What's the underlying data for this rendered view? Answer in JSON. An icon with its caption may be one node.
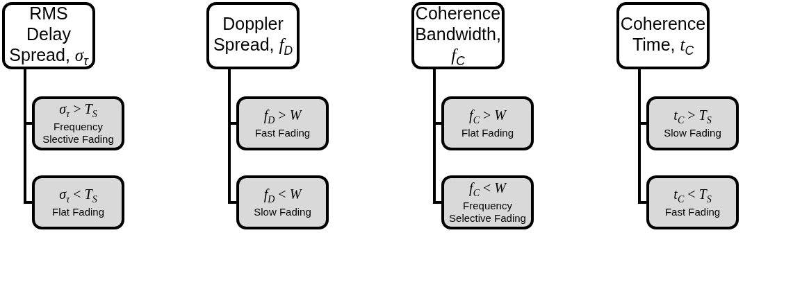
{
  "diagram": {
    "nodes": [
      {
        "text": [
          "RMS Delay Spread, *σ*$_{τ}$"
        ]
      },
      {
        "text": [
          "*σ*$_{τ}$ > *T*$_{S}$",
          "Frequency Slective Fading"
        ]
      },
      {
        "text": [
          "*σ*$_{τ}$ < *T*$_{S}$",
          "Flat Fading"
        ]
      },
      {
        "text": [
          "Doppler Spread, *f*$_{D}$"
        ]
      },
      {
        "text": [
          "*f*$_{D}$ > *W*",
          "Fast Fading"
        ]
      },
      {
        "text": [
          "*f*$_{D}$ < *W*",
          "Slow Fading"
        ]
      },
      {
        "text": [
          "Coherence Bandwidth, *f*$_{C}$"
        ]
      },
      {
        "text": [
          "*f*$_{C}$ > *W*",
          "Flat Fading"
        ]
      },
      {
        "text": [
          "*f*$_{C}$ < *W*",
          "Frequency Selective Fading"
        ]
      },
      {
        "text": [
          "Coherence Time, *t*$_{C}$"
        ]
      },
      {
        "text": [
          "*t*$_{C}$ > *T*$_{S}$",
          "Slow Fading"
        ]
      },
      {
        "text": [
          "*t*$_{C}$ < *T*$_{S}$",
          "Fast Fading"
        ]
      }
    ],
    "edges": [
      {
        "from": 0,
        "to": 1,
        "arrow": "none"
      },
      {
        "from": 0,
        "to": 2,
        "arrow": "none"
      },
      {
        "from": 3,
        "to": 4,
        "arrow": "none"
      },
      {
        "from": 3,
        "to": 5,
        "arrow": "none"
      },
      {
        "from": 6,
        "to": 7,
        "arrow": "none"
      },
      {
        "from": 6,
        "to": 8,
        "arrow": "none"
      },
      {
        "from": 9,
        "to": 10,
        "arrow": "none"
      },
      {
        "from": 9,
        "to": 11,
        "arrow": "none"
      }
    ]
  }
}
